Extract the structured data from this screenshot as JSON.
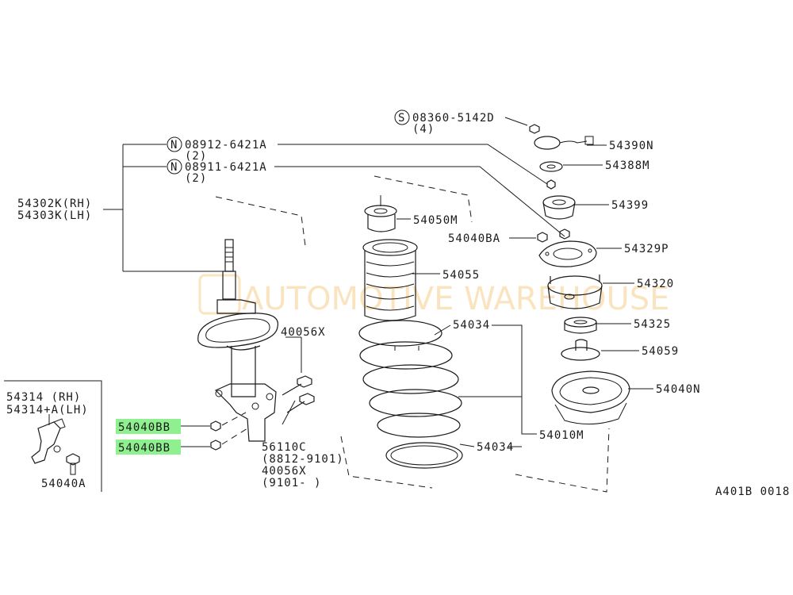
{
  "watermark": "AUTOMOTIVE WAREHOUSE",
  "diagram_code": "A401B 0018",
  "callouts": {
    "n1": {
      "badge": "N",
      "part": "08912-6421A",
      "qty": "(2)"
    },
    "n2": {
      "badge": "N",
      "part": "08911-6421A",
      "qty": "(2)"
    },
    "s1": {
      "badge": "S",
      "part": "08360-5142D",
      "qty": "(4)"
    },
    "strut_rh": "54302K(RH)",
    "strut_lh": "54303K(LH)",
    "p54390N": "54390N",
    "p54388M": "54388M",
    "p54399": "54399",
    "p54329P": "54329P",
    "p54320": "54320",
    "p54325": "54325",
    "p54059": "54059",
    "p54040N": "54040N",
    "p54050M": "54050M",
    "p54040BA": "54040BA",
    "p54055": "54055",
    "p54034_top": "54034",
    "p54034_bot": "54034",
    "p54010M": "54010M",
    "p40056X_top": "40056X",
    "p56110C": "56110C",
    "p56110C_range": "(8812-9101)",
    "p40056X_bot": "40056X",
    "p40056X_range": "(9101-   )",
    "p54040BB_1": "54040BB",
    "p54040BB_2": "54040BB",
    "inset_rh": "54314   (RH)",
    "inset_lh": "54314+A(LH)",
    "inset_part": "54040A"
  },
  "colors": {
    "highlight": "#8ef08e",
    "line": "#1a1a1a",
    "watermark": "#f2b54a"
  }
}
